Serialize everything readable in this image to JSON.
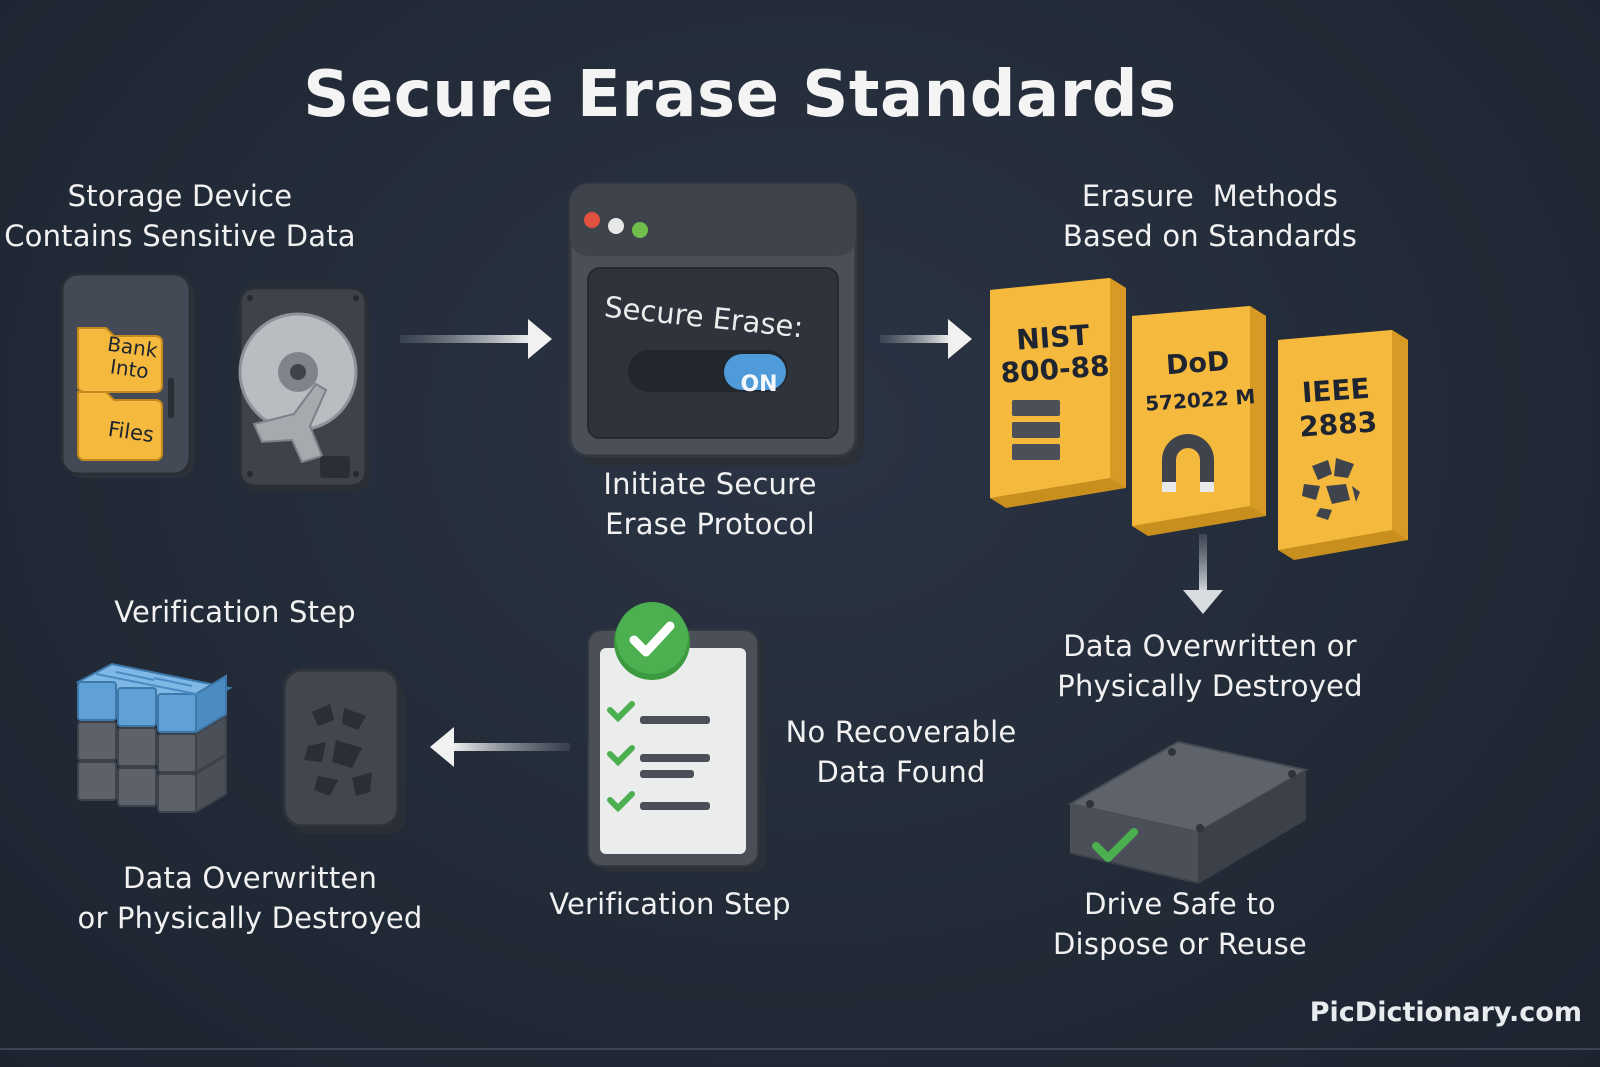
{
  "title": "Secure Erase Standards",
  "step_storage": {
    "label_line1": "Storage Device",
    "label_line2": "Contains Sensitive Data",
    "folder1_line1": "Bank",
    "folder1_line2": "Into",
    "folder2": "Files"
  },
  "step_initiate": {
    "panel_text": "Secure Erase:",
    "toggle_state": "ON",
    "label_line1": "Initiate Secure",
    "label_line2": "Erase Protocol"
  },
  "step_methods": {
    "label_line1": "Erasure  Methods",
    "label_line2": "Based on Standards",
    "blocks": [
      {
        "line1": "NIST",
        "line2": "800-88",
        "icon": "stack-icon"
      },
      {
        "line1": "DoD",
        "line2": "572022 M",
        "icon": "magnet-icon"
      },
      {
        "line1": "IEEE",
        "line2": "2883",
        "icon": "shatter-icon"
      }
    ]
  },
  "step_overwritten_right": {
    "label_line1": "Data Overwritten or",
    "label_line2": "Physically Destroyed"
  },
  "step_safe": {
    "label_line1": "Drive Safe to",
    "label_line2": "Dispose or Reuse"
  },
  "step_verify_center": {
    "side_line1": "No Recoverable",
    "side_line2": "Data Found",
    "label": "Verification Step"
  },
  "step_verify_left": {
    "top_label": "Verification Step",
    "label_line1": "Data Overwritten",
    "label_line2": "or Physically Destroyed"
  },
  "colors": {
    "accent_yellow": "#f4b93d",
    "check_green": "#4caf50",
    "cube_blue": "#5fa0d6",
    "device_gray": "#4a4f58"
  },
  "brand": "PicDictionary.com"
}
